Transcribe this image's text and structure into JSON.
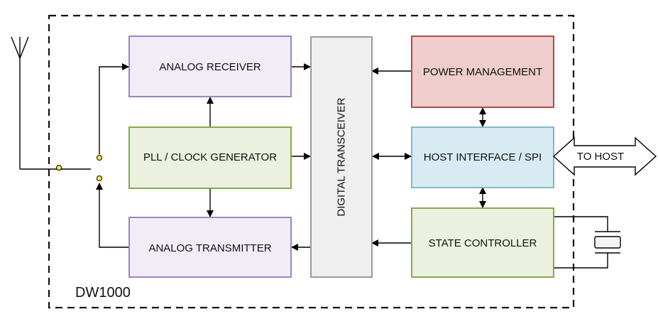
{
  "chip_label": "DW1000",
  "blocks": {
    "analog_receiver": "ANALOG RECEIVER",
    "pll_clock_generator": "PLL / CLOCK GENERATOR",
    "analog_transmitter": "ANALOG TRANSMITTER",
    "digital_transceiver": "DIGITAL TRANSCEIVER",
    "power_management": "POWER MANAGEMENT",
    "host_interface": "HOST INTERFACE / SPI",
    "state_controller": "STATE CONTROLLER"
  },
  "host_arrow_label": "TO HOST",
  "colors": {
    "analog_fill": "#f1edf7",
    "analog_stroke": "#9c86c2",
    "pll_fill": "#ebf1de",
    "pll_stroke": "#84aa4a",
    "digital_fill": "#efefef",
    "digital_stroke": "#9a9a9a",
    "power_fill": "#efcdcd",
    "power_stroke": "#b04a4a",
    "host_fill": "#d8ebf2",
    "host_stroke": "#84b6cc",
    "state_fill": "#ebf1de",
    "state_stroke": "#84aa4a",
    "switch_dot": "#f2e94e"
  }
}
